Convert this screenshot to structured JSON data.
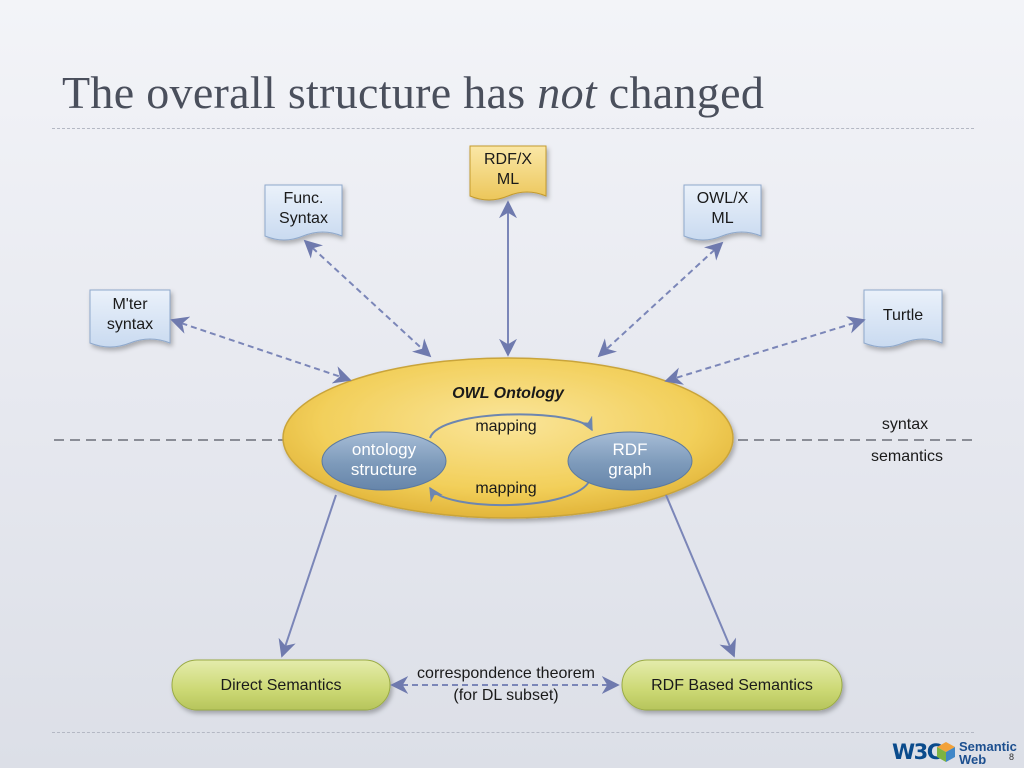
{
  "title": {
    "prefix": "The overall structure has ",
    "emph": "not",
    "suffix": " changed"
  },
  "syntax_nodes": {
    "rdfxml": "RDF/X\nML",
    "func": "Func.\nSyntax",
    "owlxml": "OWL/X\nML",
    "mter": "M'ter\nsyntax",
    "turtle": "Turtle"
  },
  "ontology": {
    "title": "OWL Ontology",
    "structure": "ontology\nstructure",
    "rdf_graph": "RDF\ngraph",
    "mapping_top": "mapping",
    "mapping_bottom": "mapping"
  },
  "layers": {
    "syntax": "syntax",
    "semantics": "semantics"
  },
  "semantics": {
    "direct": "Direct Semantics",
    "rdf_based": "RDF Based Semantics",
    "correspondence": "correspondence theorem\n(for DL subset)"
  },
  "footer": {
    "slide_number": "8",
    "logo_left": "W3C",
    "logo_right": "Semantic\nWeb"
  },
  "colors": {
    "doc_blue": "#d6e3f4",
    "doc_gold": "#f2d37a",
    "ellipse": "#f0cf5c",
    "node_blue": "#7f9cbd",
    "pill_green": "#d0dc7e",
    "arrow": "#7b86b8"
  }
}
